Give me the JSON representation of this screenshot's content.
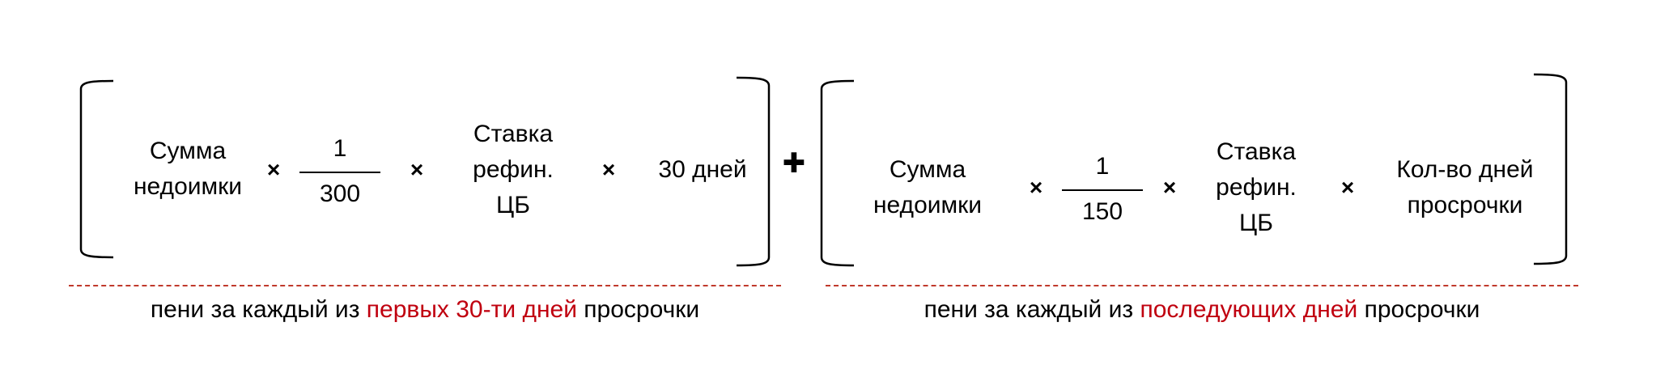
{
  "left": {
    "term1": [
      "Сумма",
      "недоимки"
    ],
    "frac": {
      "num": "1",
      "den": "300"
    },
    "term3": [
      "Ставка",
      "рефин.",
      "ЦБ"
    ],
    "term4": [
      "30 дней"
    ],
    "ops": [
      "×",
      "×",
      "×"
    ]
  },
  "plus": "✚",
  "right": {
    "term1": [
      "Сумма",
      "недоимки"
    ],
    "frac": {
      "num": "1",
      "den": "150"
    },
    "term3": [
      "Ставка",
      "рефин.",
      "ЦБ"
    ],
    "term4": [
      "Кол-во дней",
      "просрочки"
    ],
    "ops": [
      "×",
      "×",
      "×"
    ]
  },
  "captions": {
    "left": {
      "pre": "пени за каждый из ",
      "highlight": "первых 30-ти дней",
      "post": " просрочки"
    },
    "right": {
      "pre": "пени за каждый из ",
      "highlight": "последующих дней",
      "post": " просрочки"
    }
  },
  "colors": {
    "highlight": "#c0000f",
    "dash": "#c0392b"
  }
}
